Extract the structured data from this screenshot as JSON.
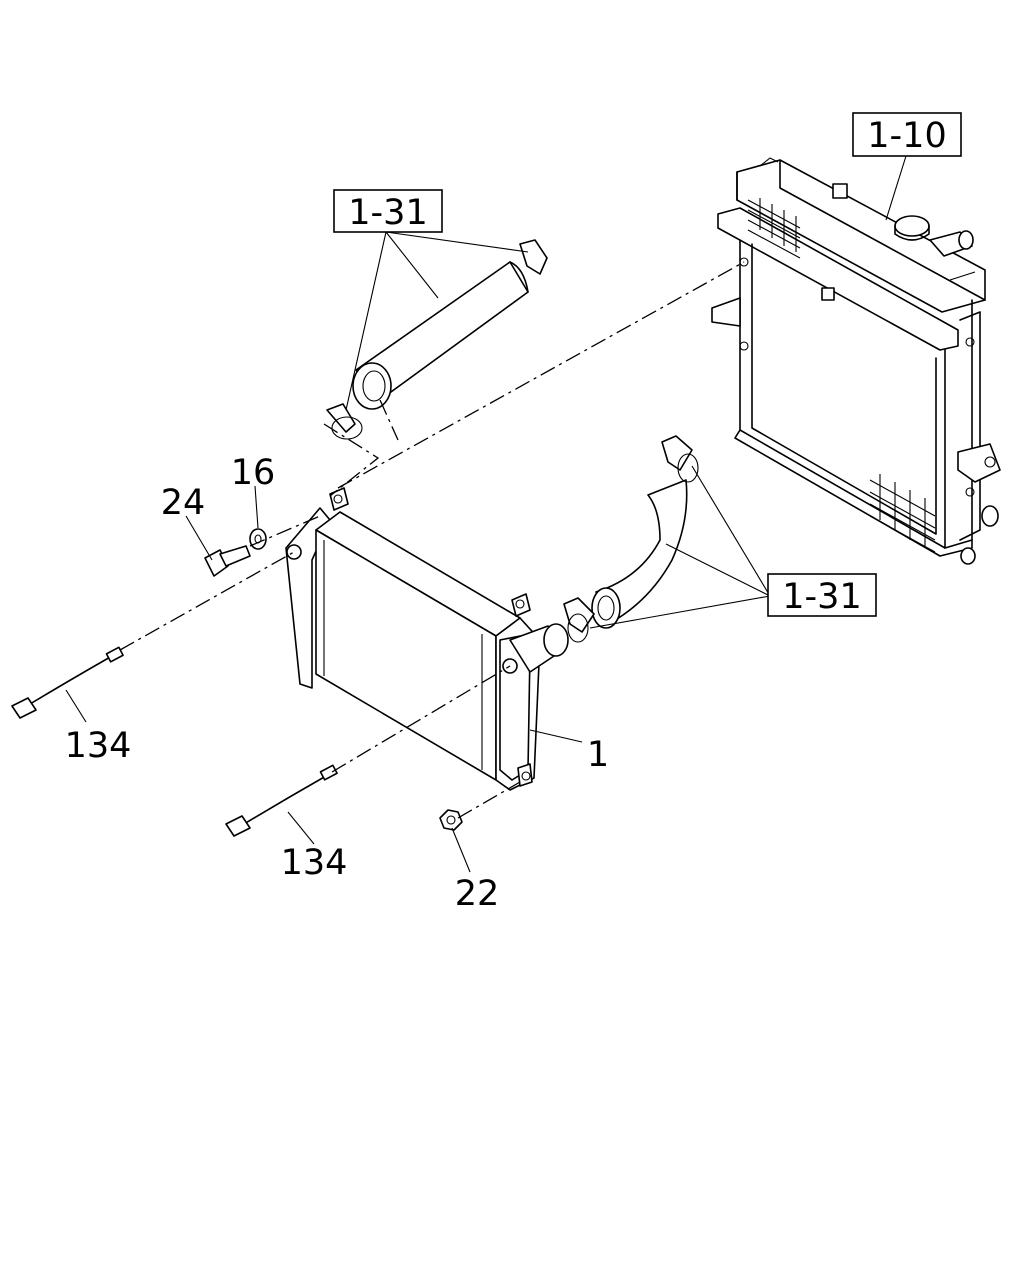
{
  "labels": {
    "radiator": "1-10",
    "upper_hose": "1-31",
    "lower_hose": "1-31",
    "intercooler": "1",
    "bolt": "24",
    "washer": "16",
    "nut": "22",
    "harness_upper": "134",
    "harness_lower": "134"
  }
}
